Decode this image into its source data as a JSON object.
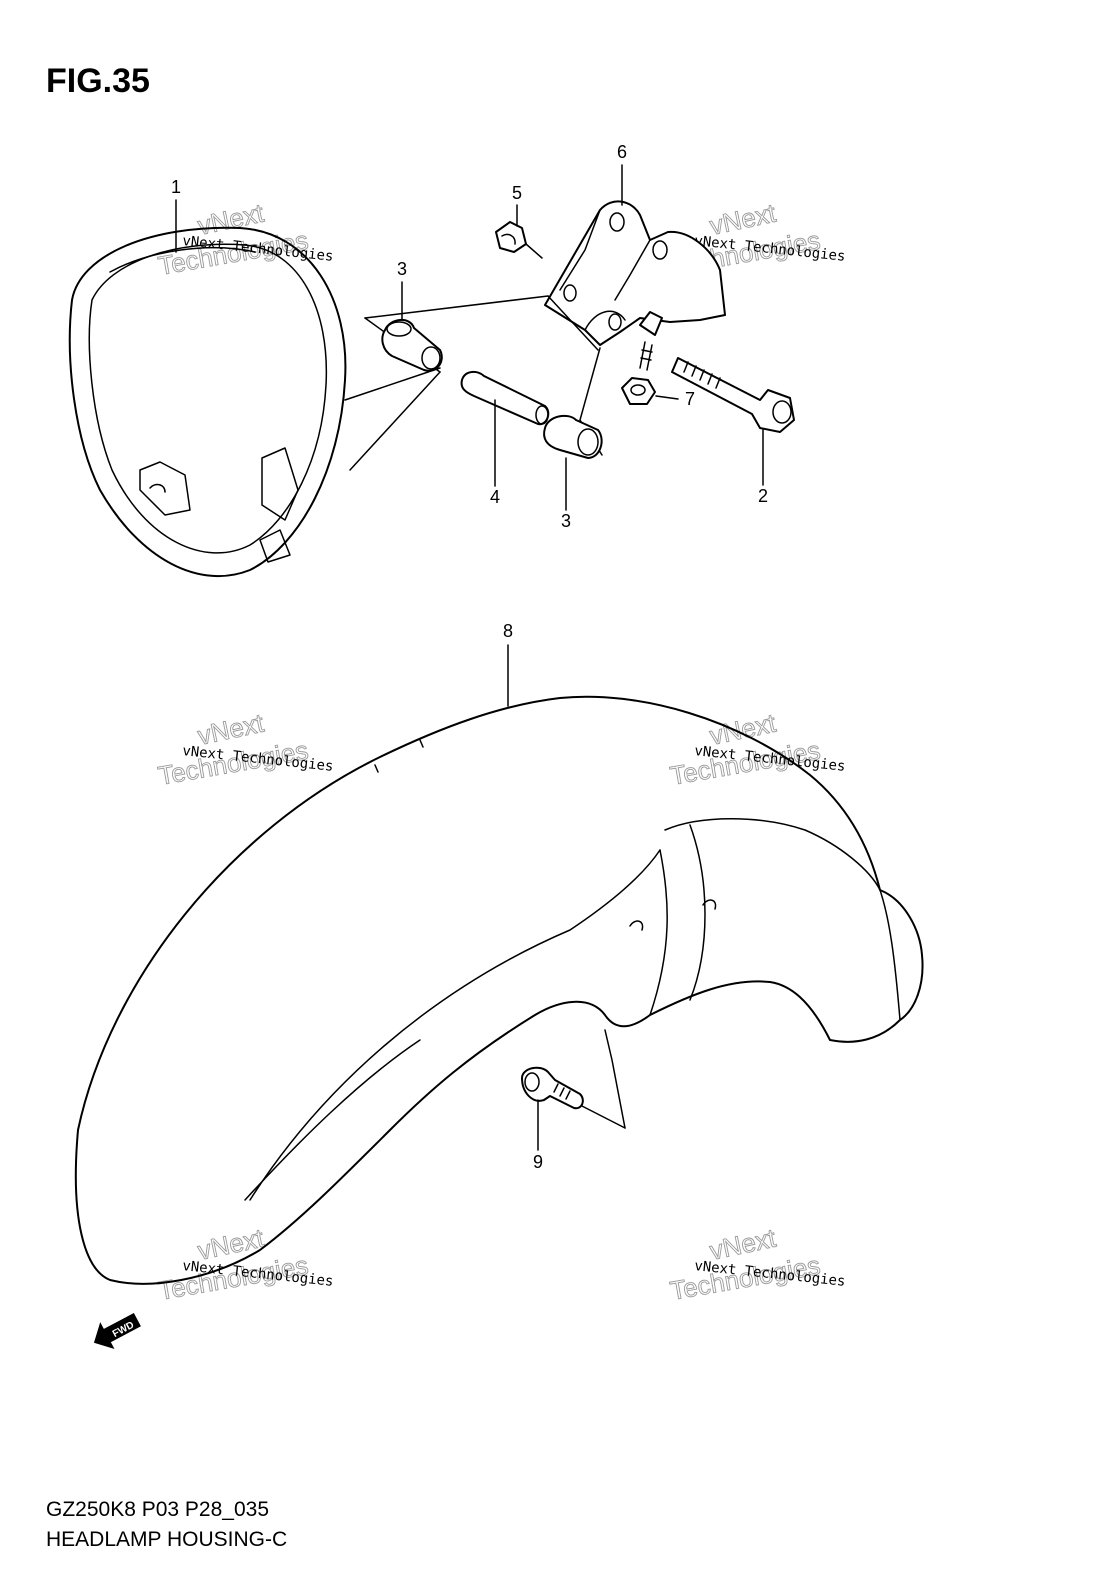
{
  "figure": {
    "title": "FIG.35"
  },
  "footer": {
    "model_code": "GZ250K8 P03 P28_035",
    "section_name": "HEADLAMP HOUSING-C"
  },
  "direction_arrow": {
    "label": "FWD"
  },
  "callouts": [
    {
      "id": "c1",
      "number": "1"
    },
    {
      "id": "c2",
      "number": "2"
    },
    {
      "id": "c3a",
      "number": "3"
    },
    {
      "id": "c3b",
      "number": "3"
    },
    {
      "id": "c4",
      "number": "4"
    },
    {
      "id": "c5",
      "number": "5"
    },
    {
      "id": "c6",
      "number": "6"
    },
    {
      "id": "c7",
      "number": "7"
    },
    {
      "id": "c8",
      "number": "8"
    },
    {
      "id": "c9",
      "number": "9"
    }
  ],
  "watermark": {
    "line1": "vNext Technologies",
    "line2": "vNext",
    "line3": "Technologies"
  }
}
